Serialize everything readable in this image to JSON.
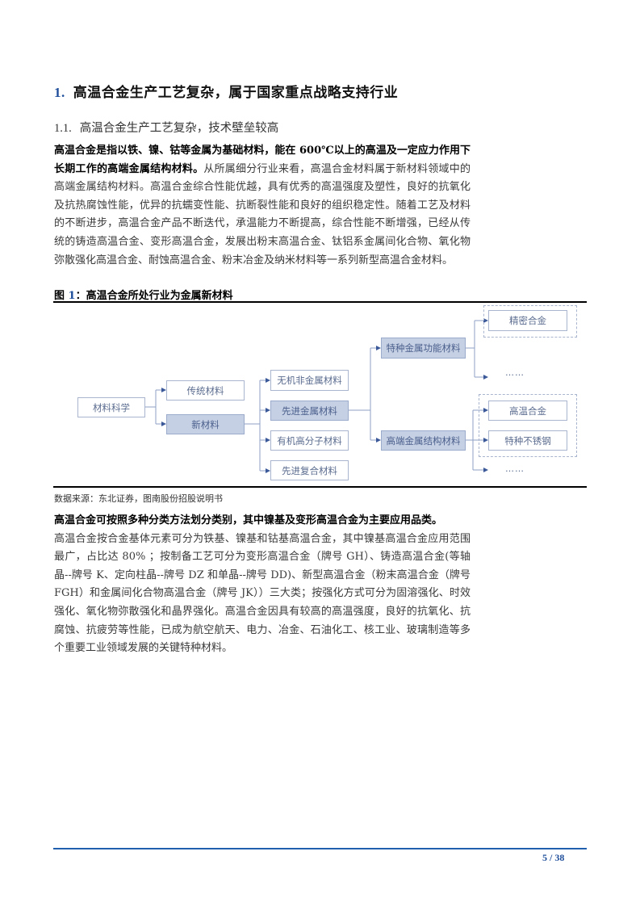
{
  "section": {
    "number": "1.",
    "title": "高温合金生产工艺复杂，属于国家重点战略支持行业"
  },
  "subsection": {
    "number": "1.1.",
    "title": "高温合金生产工艺复杂，技术壁垒较高"
  },
  "paragraph1": {
    "bold": "高温合金是指以铁、镍、钴等金属为基础材料，能在 600℃以上的高温及一定应力作用下长期工作的高端金属结构材料。",
    "normal": "从所属细分行业来看，高温合金材料属于新材料领域中的高端金属结构材料。高温合金综合性能优越，具有优秀的高温强度及塑性，良好的抗氧化及抗热腐蚀性能，优异的抗蠕变性能、抗断裂性能和良好的组织稳定性。随着工艺及材料的不断进步，高温合金产品不断迭代，承温能力不断提高，综合性能不断增强，已经从传统的铸造高温合金、变形高温合金，发展出粉末高温合金、钛铝系金属间化合物、氧化物弥散强化高温合金、耐蚀高温合金、粉末冶金及纳米材料等一系列新型高温合金材料。"
  },
  "figure": {
    "label": "图",
    "number": "1",
    "separator": "：",
    "title": "高温合金所处行业为金属新材料",
    "nodes": {
      "materials_science": "材料科学",
      "traditional": "传统材料",
      "new_materials": "新材料",
      "inorganic_nonmetal": "无机非金属材料",
      "advanced_metal": "先进金属材料",
      "organic_polymer": "有机高分子材料",
      "advanced_composite": "先进复合材料",
      "special_functional": "特种金属功能材料",
      "high_end_structural": "高端金属结构材料",
      "precision_alloy": "精密合金",
      "superalloy": "高温合金",
      "special_stainless": "特种不锈钢",
      "ellipsis_top": "……",
      "ellipsis_bottom": "……"
    },
    "source": "数据来源：东北证券，图南股份招股说明书"
  },
  "paragraph2": {
    "bold": "高温合金可按照多种分类方法划分类别，其中镍基及变形高温合金为主要应用品类。",
    "normal": "高温合金按合金基体元素可分为铁基、镍基和钴基高温合金，其中镍基高温合金应用范围最广，占比达 80% ；按制备工艺可分为变形高温合金（牌号 GH）、铸造高温合金(等轴晶--牌号 K、定向柱晶--牌号 DZ 和单晶--牌号 DD)、新型高温合金（粉末高温合金（牌号 FGH）和金属间化合物高温合金（牌号 JK））三大类；按强化方式可分为固溶强化、时效强化、氧化物弥散强化和晶界强化。高温合金因具有较高的高温强度，良好的抗氧化、抗腐蚀、抗疲劳等性能，已成为航空航天、电力、冶金、石油化工、核工业、玻璃制造等多个重要工业领域发展的关键特种材料。"
  },
  "footer": {
    "page": "5 / 38"
  },
  "colors": {
    "heading_number": "#1f4e9b",
    "footer_rule": "#1f5fae",
    "box_border": "#a9b5cf",
    "box_highlight": "#c5d0e4",
    "connector": "#6f84ad"
  }
}
